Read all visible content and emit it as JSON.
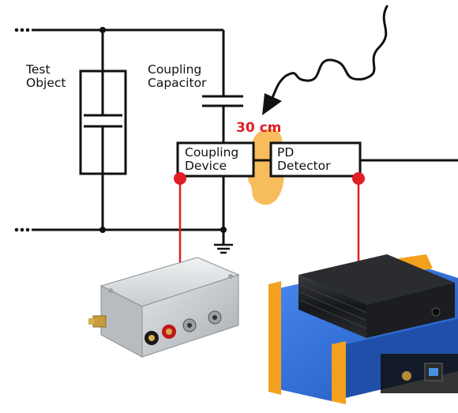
{
  "labels": {
    "test_object": [
      "Test",
      "Object"
    ],
    "coupling_capacitor": [
      "Coupling",
      "Capacitor"
    ],
    "distance": "30 cm",
    "coupling_device": [
      "Coupling",
      "Device"
    ],
    "pd_detector": [
      "PD",
      "Detector"
    ]
  },
  "colors": {
    "wire": "#111111",
    "marker": "#e01e26",
    "ground_blob": "#f6b54a",
    "distance_text": "#e01e26",
    "detector_blue": "#2f6fd6",
    "detector_orange": "#f2a01e"
  },
  "icons": [
    "ground-symbol",
    "interference-arrow",
    "red-connection-dot"
  ]
}
